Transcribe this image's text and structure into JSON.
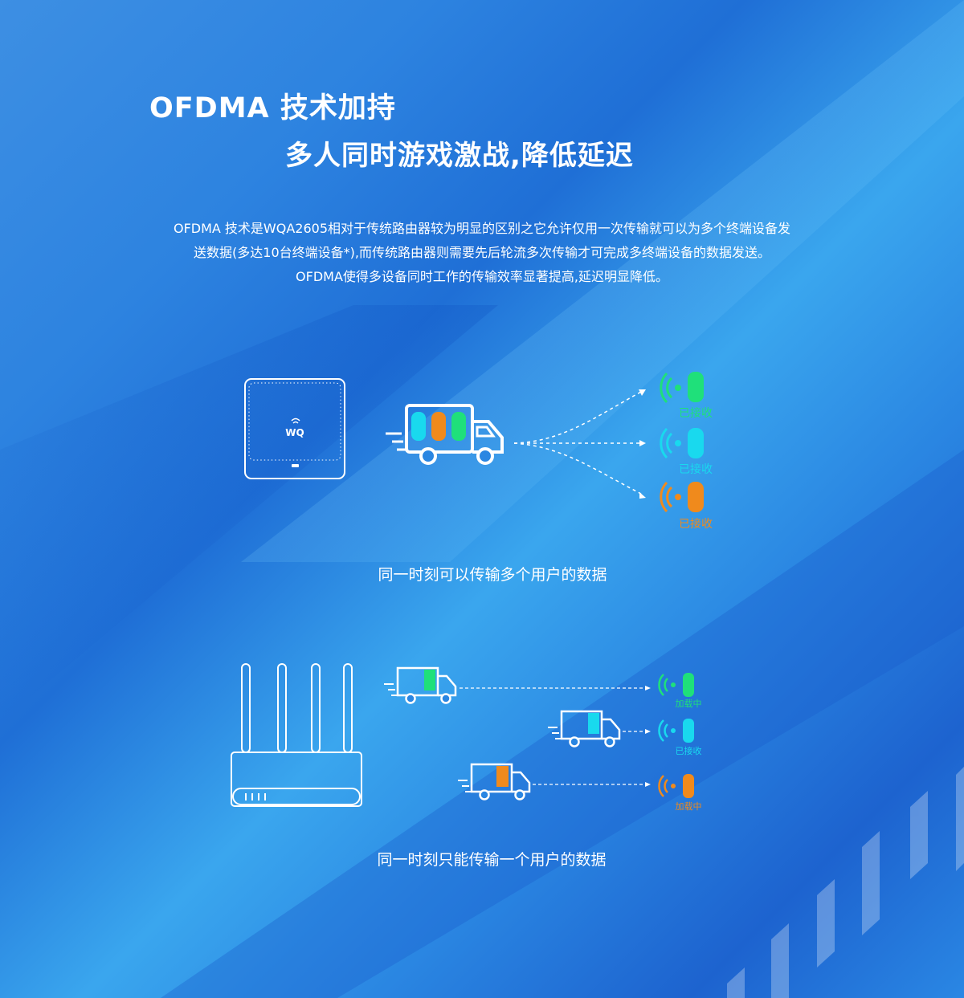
{
  "header": {
    "title_line1": "OFDMA  技术加持",
    "title_line2": "多人同时游戏激战,降低延迟"
  },
  "description": {
    "line1": "OFDMA 技术是WQA2605相对于传统路由器较为明显的区别之它允许仅用一次传输就可以为多个终端设备发",
    "line2": "送数据(多达10台终端设备*),而传统路由器则需要先后轮流多次传输才可完成多终端设备的数据发送。",
    "line3": "OFDMA使得多设备同时工作的传输效率显著提高,延迟明显降低。"
  },
  "ofdma_diagram": {
    "router_logo": "WQ",
    "caption": "同一时刻可以传输多个用户的数据",
    "devices": [
      {
        "status": "已接收",
        "color": "#1fe07a"
      },
      {
        "status": "已接收",
        "color": "#19d9ee"
      },
      {
        "status": "已接收",
        "color": "#f08a1c"
      }
    ]
  },
  "traditional_diagram": {
    "caption": "同一时刻只能传输一个用户的数据",
    "devices": [
      {
        "status": "加载中",
        "color": "#1fe07a"
      },
      {
        "status": "已接收",
        "color": "#19d9ee"
      },
      {
        "status": "加载中",
        "color": "#f08a1c"
      }
    ]
  },
  "colors": {
    "green": "#1fe07a",
    "cyan": "#19d9ee",
    "orange": "#f08a1c"
  }
}
